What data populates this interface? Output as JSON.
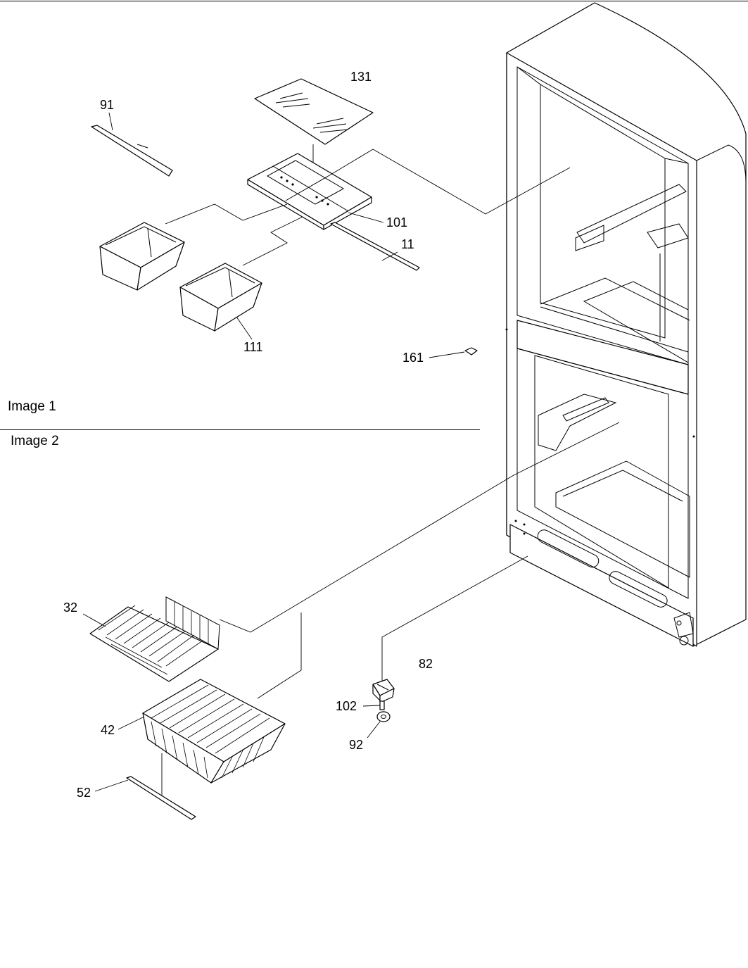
{
  "section_labels": {
    "image1": "Image 1",
    "image2": "Image 2"
  },
  "callouts": {
    "c131": "131",
    "c91": "91",
    "c101": "101",
    "c11": "11",
    "c111": "111",
    "c161": "161",
    "c32": "32",
    "c82": "82",
    "c102": "102",
    "c42": "42",
    "c92": "92",
    "c52": "52"
  },
  "parts": [
    "glass-shelf",
    "shelf-trim",
    "crisper-cover-frame",
    "slide-rail",
    "crisper-pan",
    "crisper-pan",
    "plug",
    "freezer-wire-shelf",
    "freezer-wire-basket",
    "basket-rail",
    "hinge-bracket",
    "hinge-pin",
    "washer",
    "refrigerator-cabinet"
  ]
}
